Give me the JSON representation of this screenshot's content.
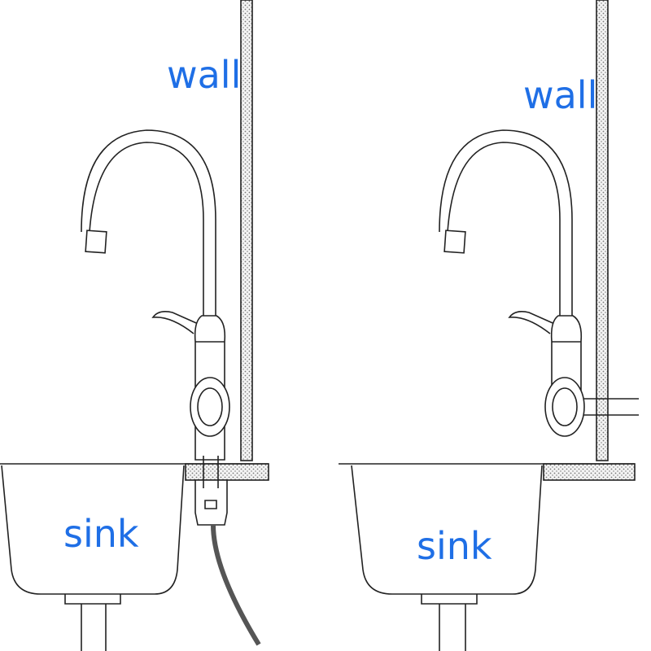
{
  "panels": [
    {
      "wall_label": "wall",
      "sink_label": "sink",
      "variant": "through-counter hose connection"
    },
    {
      "wall_label": "wall",
      "sink_label": "sink",
      "variant": "wall pipe connection"
    }
  ],
  "colors": {
    "label": "#1f6fe6",
    "line": "#222222",
    "hose": "#555555"
  }
}
